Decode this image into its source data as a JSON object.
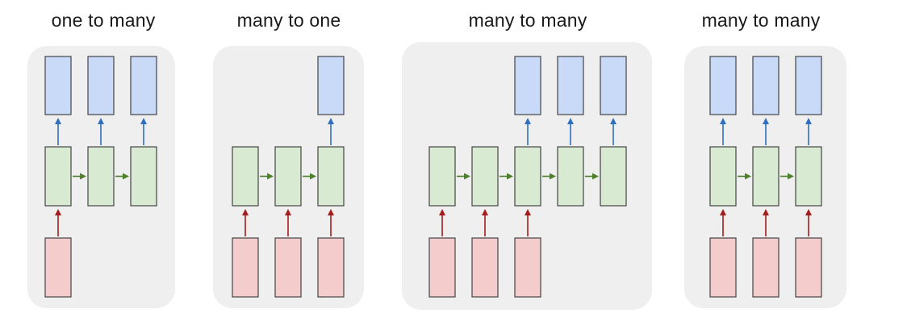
{
  "colors": {
    "panel_bg": "#efefef",
    "output_fill": "#c9daf8",
    "hidden_fill": "#d9ead3",
    "input_fill": "#f4cccc",
    "box_stroke": "#444444",
    "output_arrow": "#2f6fbf",
    "recurrent_arrow": "#4e7f2a",
    "input_arrow": "#a61c1c",
    "title_text": "#1a1a1a"
  },
  "panels": [
    {
      "title": "one to many",
      "inputs": [
        true,
        false,
        false
      ],
      "outputs": [
        true,
        true,
        true
      ]
    },
    {
      "title": "many to one",
      "inputs": [
        true,
        true,
        true
      ],
      "outputs": [
        false,
        false,
        true
      ]
    },
    {
      "title": "many to many",
      "inputs": [
        true,
        true,
        true,
        false,
        false
      ],
      "outputs": [
        false,
        false,
        true,
        true,
        true
      ]
    },
    {
      "title": "many to many",
      "inputs": [
        true,
        true,
        true
      ],
      "outputs": [
        true,
        true,
        true
      ]
    }
  ]
}
